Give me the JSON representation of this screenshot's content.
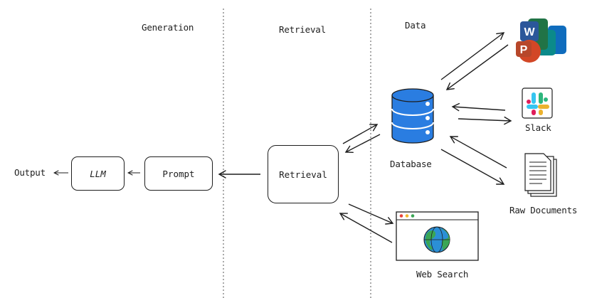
{
  "sections": {
    "generation": "Generation",
    "retrieval": "Retrieval",
    "data": "Data"
  },
  "nodes": {
    "output": "Output",
    "llm": "LLM",
    "prompt": "Prompt",
    "retrieval": "Retrieval",
    "database": "Database",
    "slack": "Slack",
    "raw_documents": "Raw Documents",
    "web_search": "Web Search"
  },
  "office_letters": {
    "word": "W",
    "powerpoint": "P"
  },
  "colors": {
    "stroke": "#1e1e1e",
    "database_blue": "#2a7de1",
    "database_dark": "#1a5fb4",
    "globe_blue": "#2b8fd6",
    "globe_green": "#3aa655",
    "word_blue": "#2b579a",
    "powerpoint_red": "#d24726",
    "excel_green": "#217346",
    "outlook_blue": "#0f6cbd",
    "teams_teal": "#0b8a8a"
  },
  "icons": [
    "database-icon",
    "office-apps-icon",
    "slack-icon",
    "documents-icon",
    "browser-globe-icon"
  ]
}
